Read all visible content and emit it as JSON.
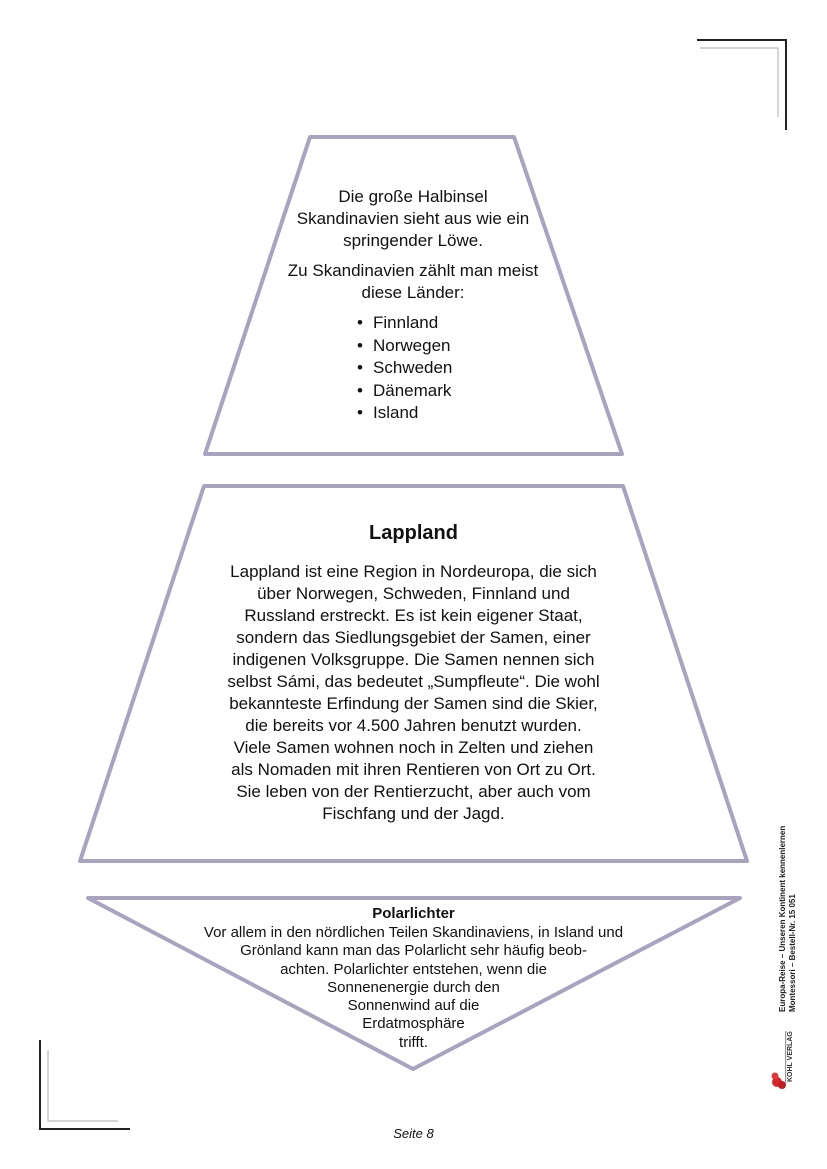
{
  "section1": {
    "intro": "Die große Halbinsel Skandinavien sieht aus wie ein springender Löwe.",
    "countries_intro": "Zu Skandinavien zählt man meist diese Länder:",
    "countries": [
      "Finnland",
      "Norwegen",
      "Schweden",
      "Dänemark",
      "Island"
    ]
  },
  "section2": {
    "title": "Lappland",
    "lines": [
      "Lappland ist eine Region in Nordeuropa, die sich",
      "über Norwegen, Schweden, Finnland und",
      "Russland erstreckt. Es ist kein eigener Staat,",
      "sondern das Siedlungsgebiet der Samen, einer",
      "indigenen Volksgruppe. Die Samen nennen sich",
      "selbst Sámi, das bedeutet „Sumpfleute“. Die wohl",
      "bekannteste Erfindung der Samen sind die Skier,",
      "die bereits vor 4.500 Jahren benutzt wurden.",
      "Viele Samen wohnen noch in Zelten und ziehen",
      "als Nomaden mit ihren Rentieren von Ort zu Ort.",
      "Sie leben von der Rentierzucht, aber auch vom",
      "Fischfang und der Jagd."
    ]
  },
  "section3": {
    "title": "Polarlichter",
    "lines": [
      "Vor allem in den nördlichen Teilen Skandinaviens, in Island und",
      "Grönland kann man das Polarlicht sehr häufig beob-",
      "achten. Polarlichter entstehen, wenn die",
      "Sonnenenergie durch den",
      "Sonnenwind auf die",
      "Erdatmosphäre",
      "trifft."
    ]
  },
  "footer": {
    "page": "Seite 8"
  },
  "side": {
    "line1": "Europa-Reise – Unseren Kontinent kennenlernen",
    "line2": "Montessori  –  Bestell-Nr. 15 051",
    "logo_text": "KOHL VERLAG"
  },
  "colors": {
    "frame": "#a9a3c0",
    "corner": "#222222",
    "corner_light": "#b5b5b5"
  }
}
